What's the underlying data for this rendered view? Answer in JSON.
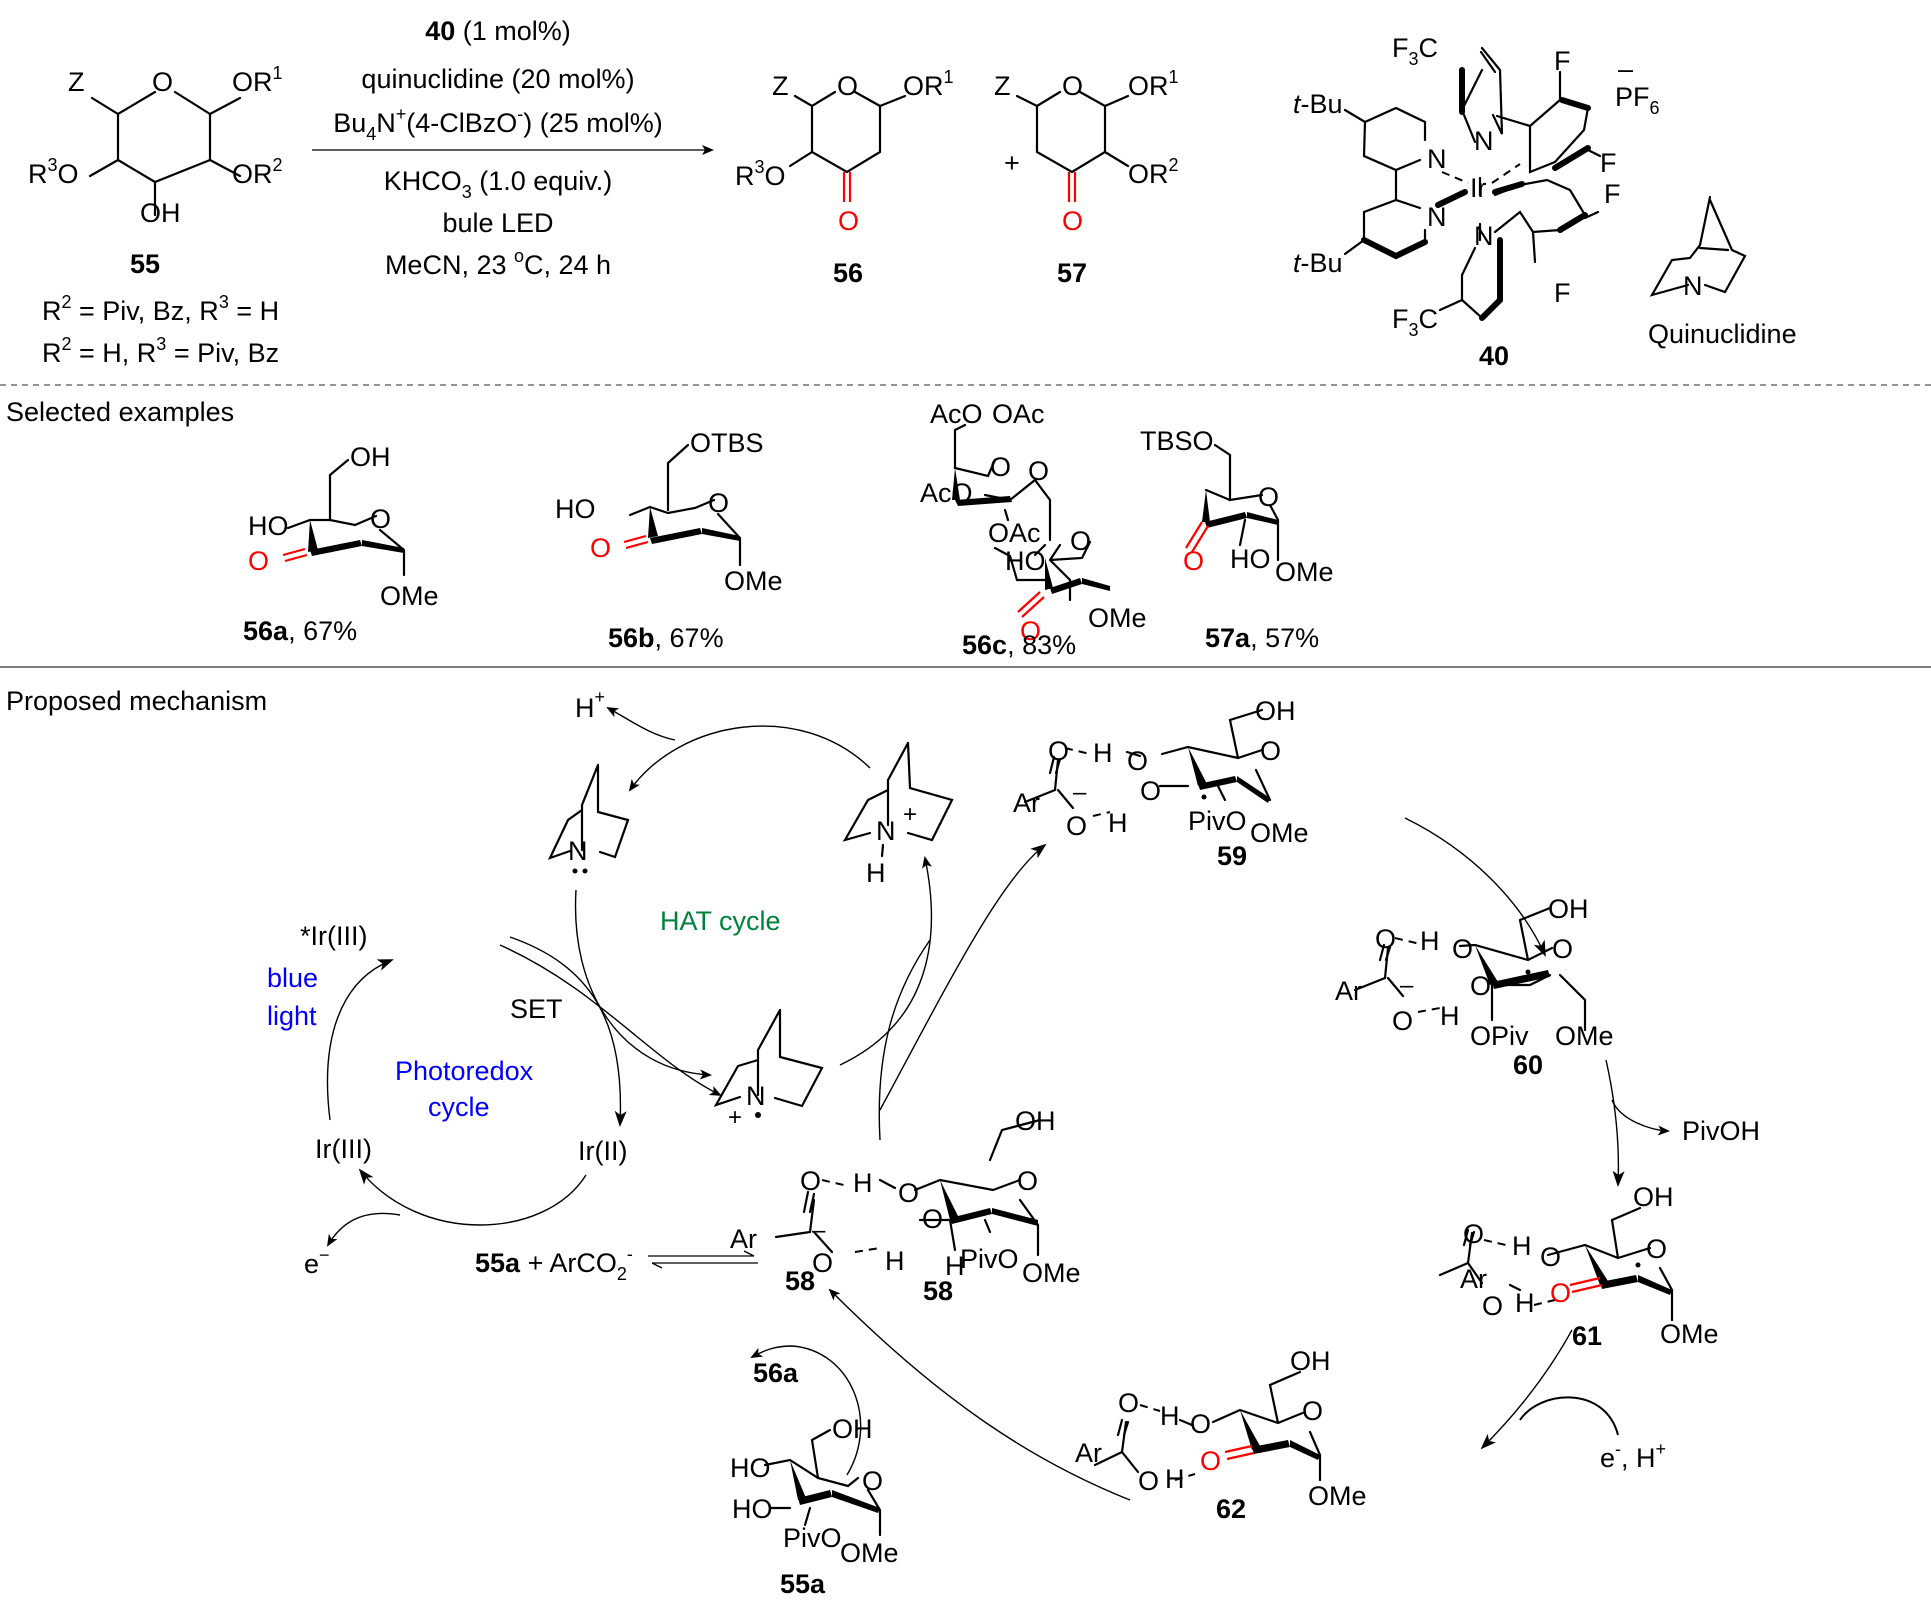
{
  "reaction": {
    "reactant": {
      "label": "55",
      "substituents": {
        "z": "Z",
        "or1": "OR",
        "or1_sup": "1",
        "or2": "OR",
        "or2_sup": "2",
        "r3o_r": "R",
        "r3o_sup": "3",
        "r3o_o": "O",
        "oh": "OH",
        "ring_o": "O"
      },
      "conditions_line1": {
        "r": "R",
        "sup2": "2",
        "text1": " = Piv, Bz, R",
        "sup3": "3",
        "text2": " = H"
      },
      "conditions_line2": {
        "r": "R",
        "sup2": "2",
        "text1": " = H, R",
        "sup3": "3",
        "text2": " = Piv, Bz"
      }
    },
    "conditions": {
      "catalyst_bold": "40",
      "catalyst_rest": " (1 mol%)",
      "line2": "quinuclidine (20 mol%)",
      "line3_a": "Bu",
      "line3_sub": "4",
      "line3_b": "N",
      "line3_sup": "+",
      "line3_c": "(4-ClBzO",
      "line3_sup2": "-",
      "line3_d": ") (25 mol%)",
      "line4_a": "KHCO",
      "line4_sub": "3",
      "line4_b": " (1.0 equiv.)",
      "line5": "bule LED",
      "line6_a": "MeCN, 23 ",
      "line6_sup": "o",
      "line6_b": "C, 24 h"
    },
    "product1": {
      "label": "56",
      "z": "Z",
      "ring_o": "O",
      "or1": "OR",
      "or1_sup": "1",
      "r3o_r": "R",
      "r3o_sup": "3",
      "r3o_o": "O",
      "ketone_o": "O"
    },
    "plus": "+",
    "product2": {
      "label": "57",
      "z": "Z",
      "ring_o": "O",
      "or1": "OR",
      "or1_sup": "1",
      "or2": "OR",
      "or2_sup": "2",
      "ketone_o": "O"
    },
    "catalyst": {
      "label": "40",
      "cf3_top_a": "F",
      "cf3_top_sub": "3",
      "cf3_top_b": "C",
      "cf3_bot_a": "F",
      "cf3_bot_sub": "3",
      "cf3_bot_b": "C",
      "tbu_top_t": "t",
      "tbu_top_rest": "-Bu",
      "tbu_bot_t": "t",
      "tbu_bot_rest": "-Bu",
      "metal": "Ir",
      "n": "N",
      "f": "F",
      "counterion_a": "PF",
      "counterion_sub": "6",
      "counterion_charge": "–"
    },
    "quinuclidine": {
      "label": "Quinuclidine",
      "n": "N"
    }
  },
  "selected_examples": {
    "heading": "Selected examples",
    "items": [
      {
        "id": "56a",
        "yield": ", 67%",
        "groups": {
          "top": "OH",
          "left": "HO",
          "ring_o": "O",
          "ketone": "O",
          "anomeric": "OMe"
        }
      },
      {
        "id": "56b",
        "yield": ", 67%",
        "groups": {
          "top": "OTBS",
          "left": "HO",
          "ring_o": "O",
          "ketone": "O",
          "anomeric": "OMe"
        }
      },
      {
        "id": "56c",
        "yield": ", 83%",
        "groups": {
          "aco1": "AcO",
          "oac1": "OAc",
          "aco2": "AcO",
          "oac2": "OAc",
          "ring_o1": "O",
          "glyco_o": "O",
          "ho": "HO",
          "ring_o2": "O",
          "ketone": "O",
          "anomeric": "OMe"
        }
      },
      {
        "id": "57a",
        "yield": ", 57%",
        "groups": {
          "tbso": "TBSO",
          "ring_o": "O",
          "ketone": "O",
          "ho": "HO",
          "anomeric": "OMe"
        }
      }
    ]
  },
  "mechanism": {
    "heading": "Proposed mechanism",
    "h_plus": {
      "h": "H",
      "sup": "+"
    },
    "hat_cycle_label": "HAT cycle",
    "photoredox_label_1": "Photoredox",
    "photoredox_label_2": "cycle",
    "blue_light_1": "blue",
    "blue_light_2": "light",
    "set_label": "SET",
    "ir_excited": "*Ir(III)",
    "ir3": "Ir(III)",
    "ir2": "Ir(II)",
    "electron": {
      "e": "e",
      "sup": "−"
    },
    "quinuclidine_n": "N",
    "quinuclidinium_h": "H",
    "quinuclidinium_charge": "+",
    "radical_cation_charge": "+",
    "equilibrium": {
      "left_bold": "55a",
      "mid": " + ArCO",
      "sub": "2",
      "sup": "-"
    },
    "byproduct": "PivOH",
    "reductant": {
      "e": "e",
      "sup1": "-",
      "mid": ", H",
      "sup2": "+"
    },
    "product_out": "56a",
    "intermediates": {
      "i58": {
        "label": "58",
        "ar": "Ar",
        "o": "O",
        "h": "H",
        "oh": "OH",
        "pivo": "PivO",
        "ome": "OMe",
        "charge": "–"
      },
      "i59": {
        "label": "59",
        "ar": "Ar",
        "o": "O",
        "h": "H",
        "oh": "OH",
        "pivo": "PivO",
        "ome": "OMe",
        "charge": "–"
      },
      "i60": {
        "label": "60",
        "ar": "Ar",
        "o": "O",
        "h": "H",
        "oh": "OH",
        "opiv": "OPiv",
        "ome": "OMe",
        "charge": "–"
      },
      "i61": {
        "label": "61",
        "ar": "Ar",
        "o": "O",
        "h": "H",
        "oh": "OH",
        "ome": "OMe"
      },
      "i62": {
        "label": "62",
        "ar": "Ar",
        "o": "O",
        "h": "H",
        "oh": "OH",
        "ome": "OMe"
      },
      "s55a": {
        "label": "55a",
        "ho1": "HO",
        "ho2": "HO",
        "oh": "OH",
        "o": "O",
        "pivo": "PivO",
        "ome": "OMe"
      }
    }
  },
  "colors": {
    "carbonyl": "#ff0000",
    "photoredox": "#0000ff",
    "hat": "#00823c",
    "divider": "#555555"
  }
}
